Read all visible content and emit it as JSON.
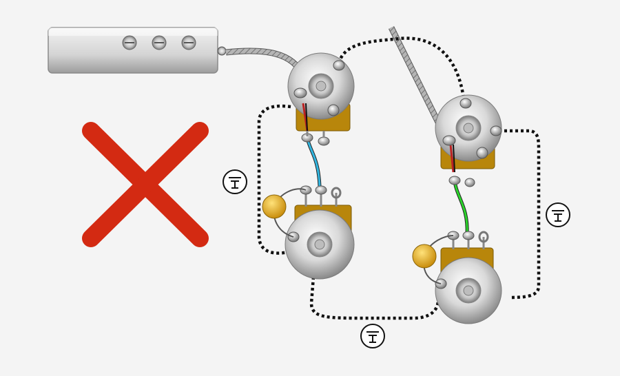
{
  "diagram": {
    "symbols": {
      "wrong_mark_icon": "x-cross-icon",
      "ground_icon": "ground-icon"
    },
    "components": {
      "pickup": {
        "icon": "humbucker-pickup-icon",
        "screw_count": 3
      },
      "pots": [
        {
          "id": "pot-1",
          "role": "volume-neck"
        },
        {
          "id": "pot-2",
          "role": "tone-neck"
        },
        {
          "id": "pot-3",
          "role": "volume-bridge"
        },
        {
          "id": "pot-4",
          "role": "tone-bridge"
        }
      ],
      "capacitors": 2,
      "ground_symbols": 3
    },
    "colors": {
      "background": "#f4f4f4",
      "x_mark": "#d32a12",
      "ground_wire": "#111111",
      "signal_wire_left": "#32b6e0",
      "signal_wire_right": "#2ad42a",
      "capacitor": "#e0a91c",
      "pot_lug_base": "#b8860b",
      "pickup_body": "#d8d8d8",
      "braided_cable": "#9a9a9a"
    }
  }
}
